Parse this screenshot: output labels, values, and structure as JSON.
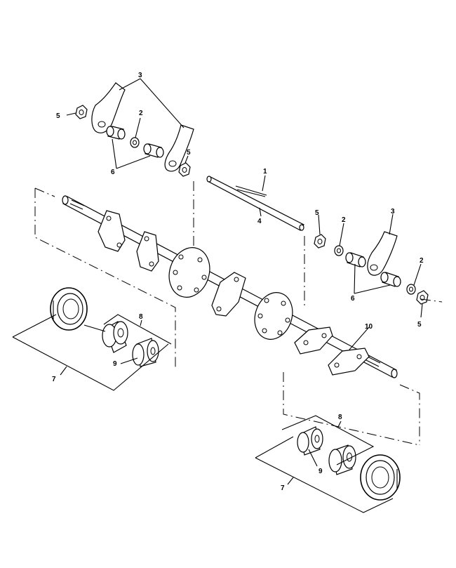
{
  "callouts": {
    "c1": "1",
    "c2a": "2",
    "c2b": "2",
    "c2c": "2",
    "c3a": "3",
    "c3b": "3",
    "c4": "4",
    "c5a": "5",
    "c5b": "5",
    "c5c": "5",
    "c5d": "5",
    "c6a": "6",
    "c6b": "6",
    "c7a": "7",
    "c7b": "7",
    "c8a": "8",
    "c8b": "8",
    "c9a": "9",
    "c9b": "9",
    "c10": "10"
  }
}
